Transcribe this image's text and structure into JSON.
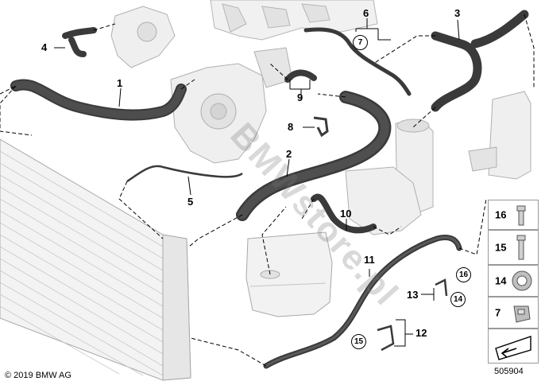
{
  "callouts": {
    "c1": "1",
    "c2": "2",
    "c3": "3",
    "c4": "4",
    "c5": "5",
    "c6": "6",
    "c7": "7",
    "c8": "8",
    "c9": "9",
    "c10": "10",
    "c11": "11",
    "c12": "12",
    "c13": "13"
  },
  "circled": {
    "r7": "7",
    "r16": "16",
    "r14": "14",
    "r15": "15"
  },
  "legend": {
    "items": [
      "16",
      "15",
      "14",
      "7"
    ]
  },
  "watermark": "BMWstore.pl",
  "copyright": "© 2019 BMW AG",
  "diagram_number": "505904",
  "colors": {
    "hose": "#3a3a3a",
    "part_outline": "#9a9a9a",
    "dash": "#000000"
  }
}
